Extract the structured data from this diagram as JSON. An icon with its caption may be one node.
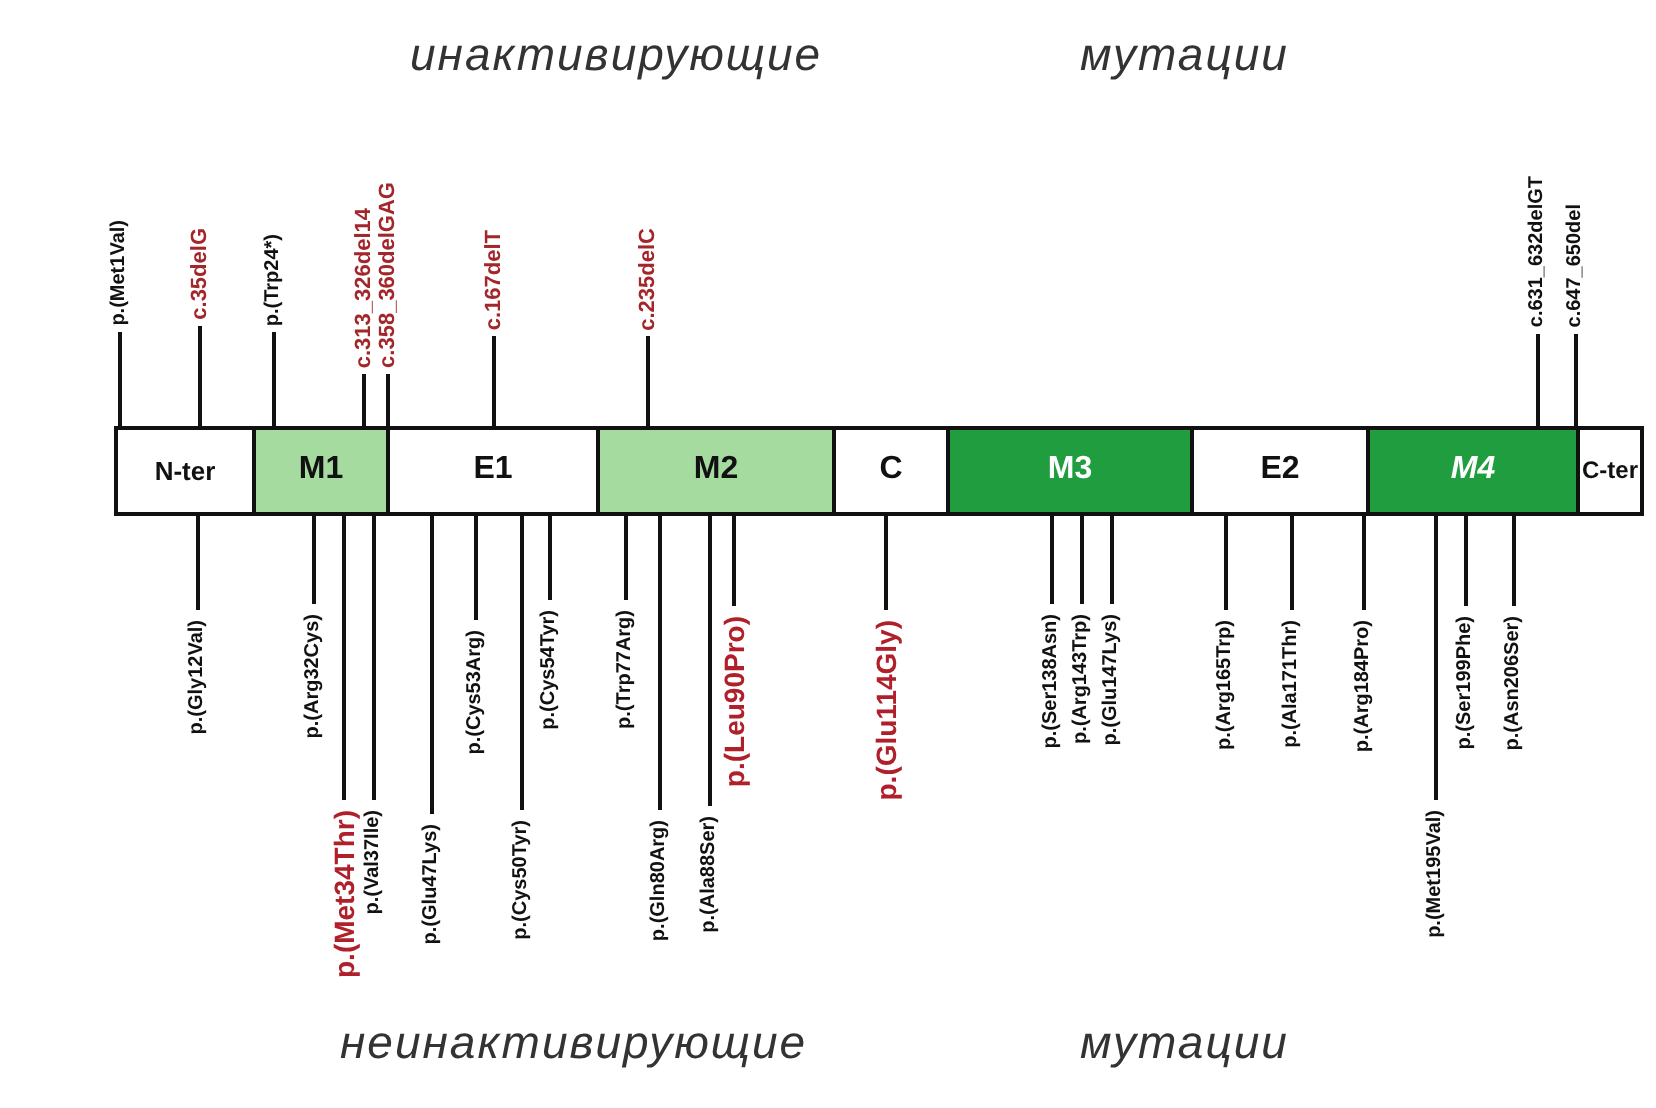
{
  "diagram": {
    "nodes": [
      {
        "text": [
          "N-ter"
        ]
      },
      {
        "text": [
          "M1"
        ]
      },
      {
        "text": [
          "E1"
        ]
      },
      {
        "text": [
          "M2"
        ]
      },
      {
        "text": [
          "C"
        ]
      },
      {
        "text": [
          "M3"
        ]
      },
      {
        "text": [
          "E2"
        ]
      },
      {
        "text": [
          "M4"
        ]
      },
      {
        "text": [
          "C-ter"
        ]
      },
      {
        "text": [
          "p.(Met1Val)"
        ]
      },
      {
        "text": [
          "c.35delG"
        ]
      },
      {
        "text": [
          "p.(Trp24*)"
        ]
      },
      {
        "text": [
          "c.313_326del14"
        ]
      },
      {
        "text": [
          "c.358_360delGAG"
        ]
      },
      {
        "text": [
          "c.167delT"
        ]
      },
      {
        "text": [
          "c.235delC"
        ]
      },
      {
        "text": [
          "c.631_632delGT"
        ]
      },
      {
        "text": [
          "c.647_650del"
        ]
      },
      {
        "text": [
          "p.(Gly12Val)"
        ]
      },
      {
        "text": [
          "p.(Arg32Cys)"
        ]
      },
      {
        "text": [
          "p.(Met34Thr)"
        ]
      },
      {
        "text": [
          "p.(Val37Ile)"
        ]
      },
      {
        "text": [
          "p.(Glu47Lys)"
        ]
      },
      {
        "text": [
          "p.(Cys53Arg)"
        ]
      },
      {
        "text": [
          "p.(Cys50Tyr)"
        ]
      },
      {
        "text": [
          "p.(Cys54Tyr)"
        ]
      },
      {
        "text": [
          "p.(Trp77Arg)"
        ]
      },
      {
        "text": [
          "p.(Gln80Arg)"
        ]
      },
      {
        "text": [
          "p.(Ala88Ser)"
        ]
      },
      {
        "text": [
          "p.(Leu90Pro)"
        ]
      },
      {
        "text": [
          "p.(Glu114Gly)"
        ]
      },
      {
        "text": [
          "p.(Ser138Asn)"
        ]
      },
      {
        "text": [
          "p.(Arg143Trp)"
        ]
      },
      {
        "text": [
          "p.(Glu147Lys)"
        ]
      },
      {
        "text": [
          "p.(Arg165Trp)"
        ]
      },
      {
        "text": [
          "p.(Ala171Thr)"
        ]
      },
      {
        "text": [
          "p.(Arg184Pro)"
        ]
      },
      {
        "text": [
          "p.(Met195Val)"
        ]
      },
      {
        "text": [
          "p.(Ser199Phe)"
        ]
      },
      {
        "text": [
          "p.(Asn206Ser)"
        ]
      }
    ],
    "edges": [
      {
        "from": 9,
        "to": 0,
        "arrow": "none"
      },
      {
        "from": 10,
        "to": 0,
        "arrow": "none"
      },
      {
        "from": 11,
        "to": 1,
        "arrow": "none"
      },
      {
        "from": 12,
        "to": 1,
        "arrow": "none"
      },
      {
        "from": 13,
        "to": 1,
        "arrow": "none"
      },
      {
        "from": 14,
        "to": 2,
        "arrow": "none"
      },
      {
        "from": 15,
        "to": 3,
        "arrow": "none"
      },
      {
        "from": 16,
        "to": 7,
        "arrow": "none"
      },
      {
        "from": 17,
        "to": 7,
        "arrow": "none"
      },
      {
        "from": 18,
        "to": 0,
        "arrow": "none"
      },
      {
        "from": 19,
        "to": 1,
        "arrow": "none"
      },
      {
        "from": 20,
        "to": 1,
        "arrow": "none"
      },
      {
        "from": 21,
        "to": 1,
        "arrow": "none"
      },
      {
        "from": 22,
        "to": 2,
        "arrow": "none"
      },
      {
        "from": 23,
        "to": 2,
        "arrow": "none"
      },
      {
        "from": 24,
        "to": 2,
        "arrow": "none"
      },
      {
        "from": 25,
        "to": 2,
        "arrow": "none"
      },
      {
        "from": 26,
        "to": 3,
        "arrow": "none"
      },
      {
        "from": 27,
        "to": 3,
        "arrow": "none"
      },
      {
        "from": 28,
        "to": 3,
        "arrow": "none"
      },
      {
        "from": 29,
        "to": 3,
        "arrow": "none"
      },
      {
        "from": 30,
        "to": 4,
        "arrow": "none"
      },
      {
        "from": 31,
        "to": 5,
        "arrow": "none"
      },
      {
        "from": 32,
        "to": 5,
        "arrow": "none"
      },
      {
        "from": 33,
        "to": 5,
        "arrow": "none"
      },
      {
        "from": 34,
        "to": 6,
        "arrow": "none"
      },
      {
        "from": 35,
        "to": 6,
        "arrow": "none"
      },
      {
        "from": 36,
        "to": 6,
        "arrow": "none"
      },
      {
        "from": 37,
        "to": 7,
        "arrow": "none"
      },
      {
        "from": 38,
        "to": 7,
        "arrow": "none"
      },
      {
        "from": 39,
        "to": 7,
        "arrow": "none"
      }
    ],
    "labels": [
      "инактивирующие",
      "мутации",
      "неинактивирующие",
      "мутации"
    ]
  }
}
